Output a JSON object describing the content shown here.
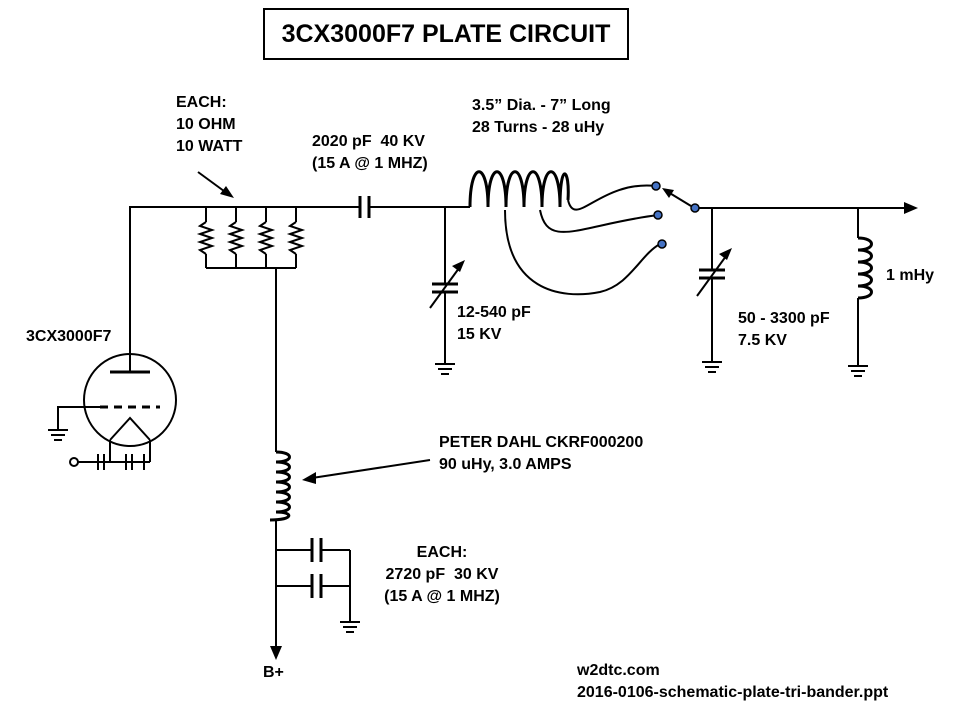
{
  "title": "3CX3000F7 PLATE CIRCUIT",
  "labels": {
    "resistors": [
      "EACH:",
      "10 OHM",
      "10 WATT"
    ],
    "coupling_cap": [
      "2020 pF  40 KV",
      "(15 A @ 1 MHZ)"
    ],
    "tank_coil": [
      "3.5” Dia. - 7” Long",
      "28 Turns - 28 uHy"
    ],
    "tune_cap": [
      "12-540 pF",
      "15 KV"
    ],
    "load_cap": [
      "50 - 3300 pF",
      "7.5 KV"
    ],
    "output_choke": "1 mHy",
    "tube": "3CX3000F7",
    "rf_choke": [
      "PETER DAHL CKRF000200",
      "90 uHy, 3.0 AMPS"
    ],
    "bypass_caps": [
      "EACH:",
      "2720 pF  30 KV",
      "(15 A @ 1 MHZ)"
    ],
    "supply": "B+",
    "footer": [
      "w2dtc.com",
      "2016-0106-schematic-plate-tri-bander.ppt"
    ]
  },
  "colors": {
    "tap_contacts": "#4472C4",
    "ink": "#000000"
  }
}
